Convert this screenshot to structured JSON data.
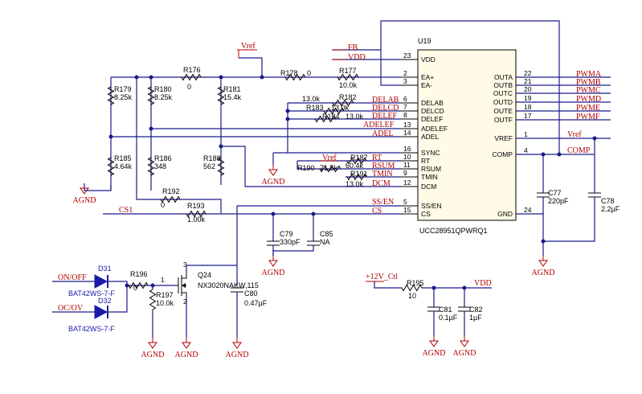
{
  "colors": {
    "wire": "#1a1a8c",
    "net_label": "#b00000",
    "component": "#000000",
    "ic_fill": "#fffbe6",
    "diode": "#1a1aa8"
  },
  "ic": {
    "ref": "U19",
    "part": "UCC28951QPWRQ1",
    "left_pins": [
      {
        "num": "23",
        "name": "VDD"
      },
      {
        "num": "2",
        "name": "EA+"
      },
      {
        "num": "3",
        "name": "EA-"
      },
      {
        "num": "6",
        "name": "DELAB"
      },
      {
        "num": "7",
        "name": "DELCD"
      },
      {
        "num": "8",
        "name": "DELEF"
      },
      {
        "num": "13",
        "name": "ADELEF"
      },
      {
        "num": "14",
        "name": "ADEL"
      },
      {
        "num": "16",
        "name": "SYNC"
      },
      {
        "num": "10",
        "name": "RT"
      },
      {
        "num": "11",
        "name": "RSUM"
      },
      {
        "num": "9",
        "name": "TMIN"
      },
      {
        "num": "12",
        "name": "DCM"
      },
      {
        "num": "5",
        "name": "SS/EN"
      },
      {
        "num": "15",
        "name": "CS"
      }
    ],
    "right_pins": [
      {
        "num": "22",
        "name": "OUTA"
      },
      {
        "num": "21",
        "name": "OUTB"
      },
      {
        "num": "20",
        "name": "OUTC"
      },
      {
        "num": "19",
        "name": "OUTD"
      },
      {
        "num": "18",
        "name": "OUTE"
      },
      {
        "num": "17",
        "name": "OUTF"
      },
      {
        "num": "1",
        "name": "VREF"
      },
      {
        "num": "4",
        "name": "COMP"
      },
      {
        "num": "24",
        "name": "GND"
      }
    ]
  },
  "net_labels": {
    "fb": "FB",
    "vdd": "VDD",
    "vref_top": "Vref",
    "delab": "DELAB",
    "delcd": "DELCD",
    "delef": "DELEF",
    "adelef": "ADELEF",
    "adel": "ADEL",
    "rt": "RT",
    "vref_rt": "Vref",
    "rsum": "RSUM",
    "tmin": "TMIN",
    "dcm": "DCM",
    "ssen": "SS/EN",
    "cs": "CS",
    "cs1": "CS1",
    "vref_out": "Vref",
    "comp": "COMP",
    "pwma": "PWMA",
    "pwmb": "PWMB",
    "pwmc": "PWMC",
    "pwmd": "PWMD",
    "pwme": "PWME",
    "pwmf": "PWMF",
    "onoff": "ON/OFF",
    "ocov": "OC/OV",
    "v12": "+12V_Ctl",
    "vdd2": "VDD"
  },
  "components": {
    "r176": {
      "ref": "R176",
      "value": "0"
    },
    "r178": {
      "ref": "R178",
      "value": "0"
    },
    "r177": {
      "ref": "R177",
      "value": "10.0k"
    },
    "r179": {
      "ref": "R179",
      "value": "8.25k"
    },
    "r180": {
      "ref": "R180",
      "value": "8.25k"
    },
    "r181": {
      "ref": "R181",
      "value": "15.4k"
    },
    "r182": {
      "ref": "R182",
      "value": "13.0k"
    },
    "r183": {
      "ref": "R183",
      "value": "13.0k"
    },
    "r184": {
      "ref": "R184",
      "value": "13.0k"
    },
    "r185": {
      "ref": "R185",
      "value": "4.64k"
    },
    "r186": {
      "ref": "R186",
      "value": "348"
    },
    "r188": {
      "ref": "R188",
      "value": "562"
    },
    "r187": {
      "ref": "R187",
      "value": "60.4k"
    },
    "r190": {
      "ref": "R190",
      "value": "71.5k"
    },
    "r191": {
      "ref": "R191",
      "value": "13.0k"
    },
    "r192": {
      "ref": "R192",
      "value": "0"
    },
    "r193": {
      "ref": "R193",
      "value": "1.00k"
    },
    "r196": {
      "ref": "R196",
      "value": "0"
    },
    "r197": {
      "ref": "R197",
      "value": "10.0k"
    },
    "r195": {
      "ref": "R195",
      "value": "10"
    },
    "c79": {
      "ref": "C79",
      "value": "330pF"
    },
    "c85": {
      "ref": "C85",
      "value": "NA"
    },
    "c80": {
      "ref": "C80",
      "value": "0.47µF"
    },
    "c77": {
      "ref": "C77",
      "value": "220pF"
    },
    "c78": {
      "ref": "C78",
      "value": "2.2µF"
    },
    "c81": {
      "ref": "C81",
      "value": "0.1µF"
    },
    "c82": {
      "ref": "C82",
      "value": "1µF"
    },
    "d31": {
      "ref": "D31",
      "value": "BAT42WS-7-F"
    },
    "d32": {
      "ref": "D32",
      "value": "BAT42WS-7-F"
    },
    "q24": {
      "ref": "Q24",
      "value": "NX3020NAKW,115",
      "pin_gate": "1",
      "pin_drain": "3",
      "pin_source": "2"
    }
  },
  "ground_label": "AGND"
}
